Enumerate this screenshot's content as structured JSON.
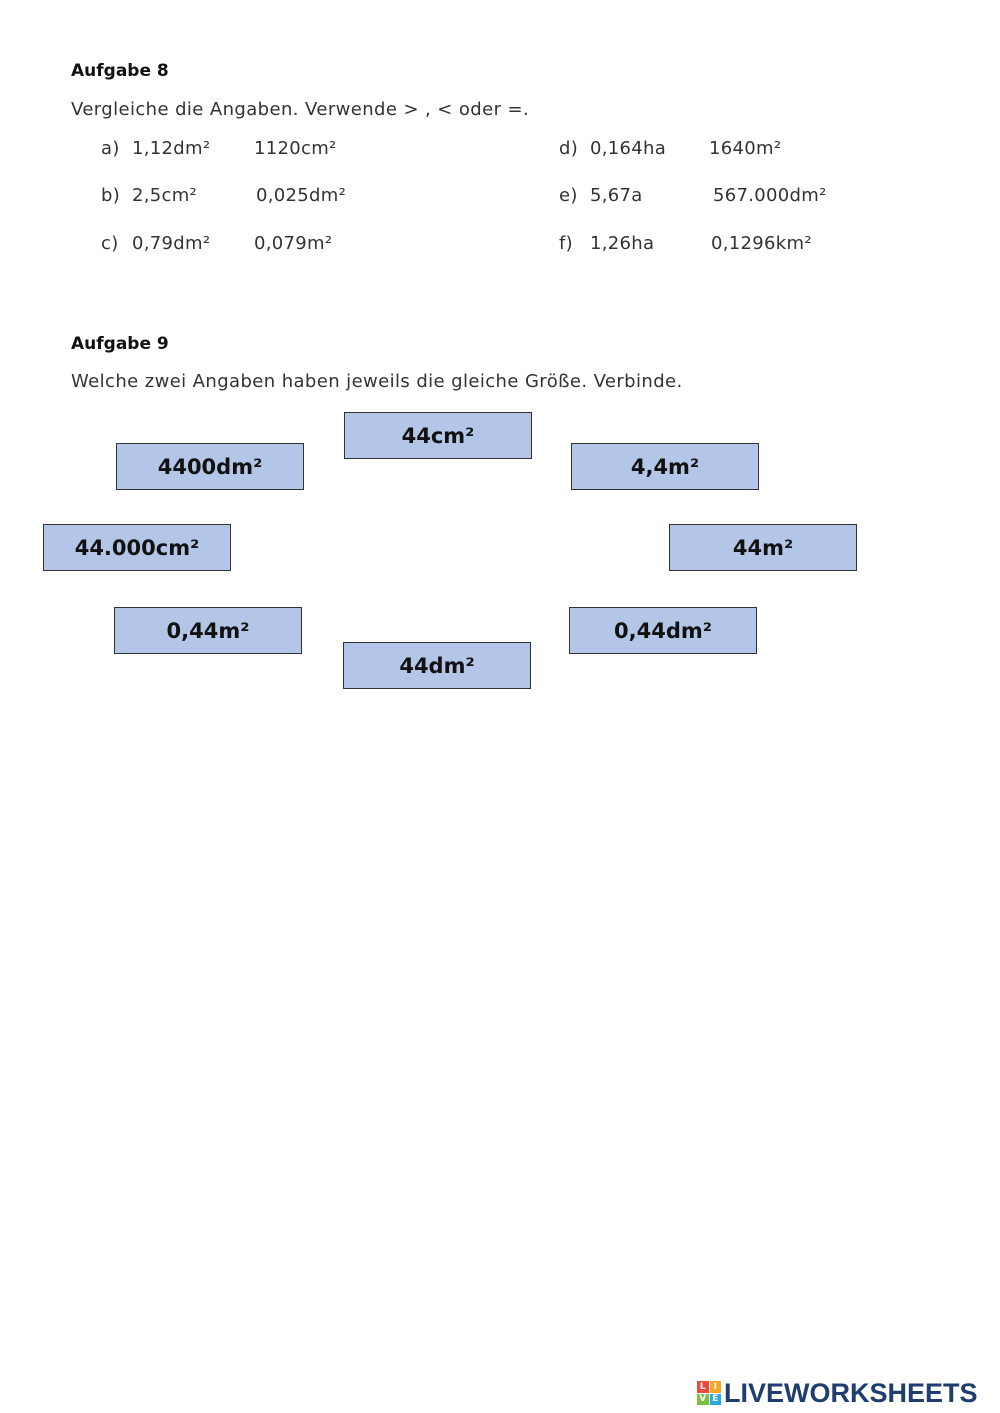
{
  "task8": {
    "title": "Aufgabe 8",
    "instruction": "Vergleiche die Angaben. Verwende > , < oder =.",
    "items": [
      {
        "label": "a)",
        "left": "1,12dm²",
        "right": "1120cm²"
      },
      {
        "label": "b)",
        "left": "2,5cm²",
        "right": "0,025dm²"
      },
      {
        "label": "c)",
        "left": "0,79dm²",
        "right": "0,079m²"
      },
      {
        "label": "d)",
        "left": "0,164ha",
        "right": "1640m²"
      },
      {
        "label": "e)",
        "left": "5,67a",
        "right": "567.000dm²"
      },
      {
        "label": "f)",
        "left": "1,26ha",
        "right": "0,1296km²"
      }
    ]
  },
  "task9": {
    "title": "Aufgabe 9",
    "instruction": "Welche zwei Angaben haben jeweils die gleiche Größe. Verbinde.",
    "boxes": [
      "44cm²",
      "4400dm²",
      "4,4m²",
      "44.000cm²",
      "44m²",
      "0,44m²",
      "0,44dm²",
      "44dm²"
    ]
  },
  "footer": {
    "logo_text": "LIVEWORKSHEETS",
    "logo_mark": [
      "L",
      "I",
      "V",
      "E"
    ],
    "colors": {
      "logo_text": "#1f3e6f",
      "box_fill": "#b4c6e7",
      "mark": [
        "#e94b3c",
        "#f5a623",
        "#7ac143",
        "#29a8e0"
      ]
    }
  }
}
